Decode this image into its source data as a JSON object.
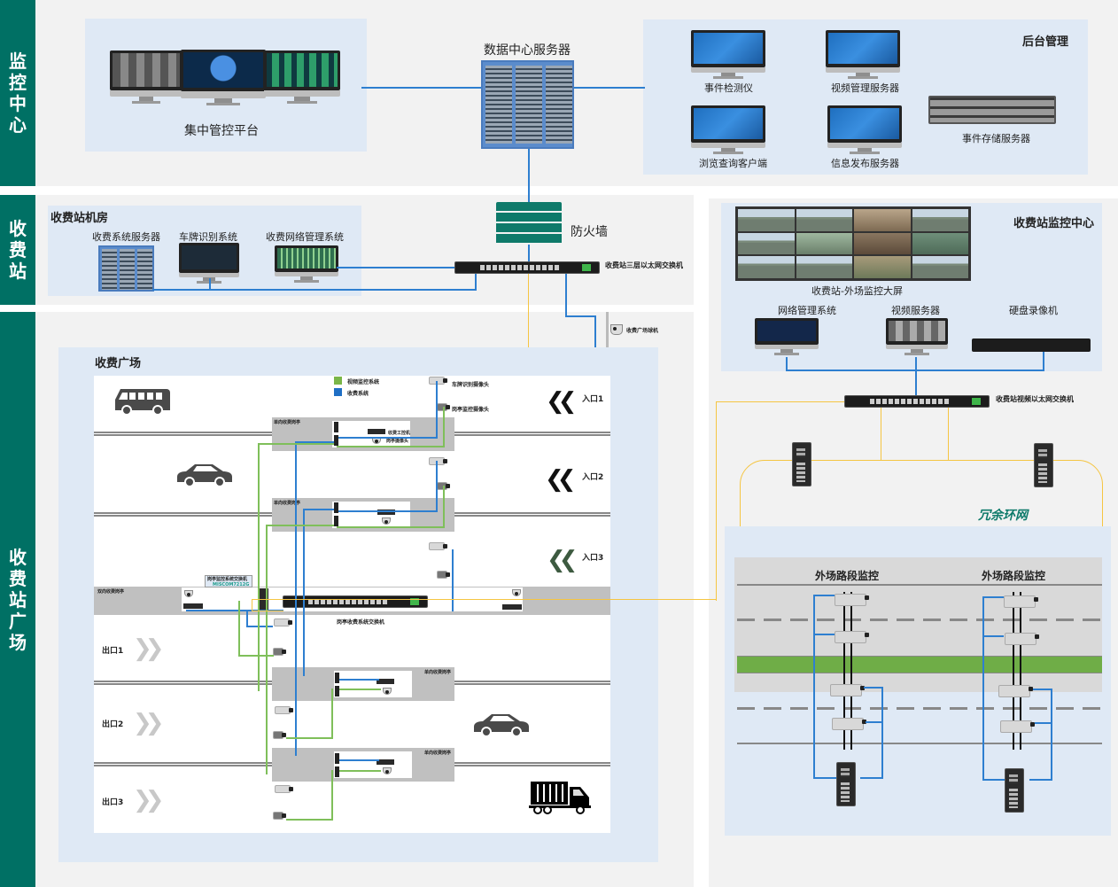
{
  "bands": {
    "monitoring_center": "监控中心",
    "toll_station": "收费站",
    "toll_plaza": "收费站广场"
  },
  "monitoring_center": {
    "central_platform": "集中管控平台",
    "data_center_server": "数据中心服务器",
    "backend": {
      "title": "后台管理",
      "devices": [
        "事件检测仪",
        "视频管理服务器",
        "浏览查询客户端",
        "信息发布服务器",
        "事件存储服务器"
      ]
    }
  },
  "toll_station": {
    "machine_room": {
      "title": "收费站机房",
      "devices": [
        "收费系统服务器",
        "车牌识别系统",
        "收费网络管理系统"
      ]
    },
    "firewall": "防火墙",
    "l3_switch": "收费站三层以太网交换机",
    "plaza_dome_camera": "收费广场球机"
  },
  "station_monitor_center": {
    "title": "收费站监控中心",
    "video_wall": "收费站-外场监控大屏",
    "devices": [
      "网络管理系统",
      "视频服务器",
      "硬盘录像机"
    ],
    "video_switch": "收费站视频以太网交换机",
    "ring_network": "冗余环网",
    "road_sections": [
      "外场路段监控",
      "外场路段监控"
    ]
  },
  "toll_plaza": {
    "title": "收费广场",
    "legend": [
      {
        "label": "视频监控系统",
        "color": "#7ab648"
      },
      {
        "label": "收费系统",
        "color": "#1f6fc5"
      }
    ],
    "entrances": [
      "入口1",
      "入口2",
      "入口3"
    ],
    "exits": [
      "出口1",
      "出口2",
      "出口3"
    ],
    "plate_camera": "车牌识别摄像头",
    "booth_camera": "岗亭监控摄像头",
    "single_booth": "单向收费岗亭",
    "dual_booth": "双向收费岗亭",
    "toll_pc": "收费工控机",
    "booth_dome": "岗亭摄像头",
    "booth_monitor_switch": "岗亭监控系统交换机",
    "booth_monitor_switch_model": "MISCOM7212G",
    "booth_toll_switch": "岗亭收费系统交换机"
  },
  "colors": {
    "band": "#007064",
    "panel": "#dfe9f5",
    "zone": "#f2f2f2",
    "blue_link": "#2e7fd0",
    "green_link": "#7fbf5a",
    "fiber": "#f5c542"
  }
}
